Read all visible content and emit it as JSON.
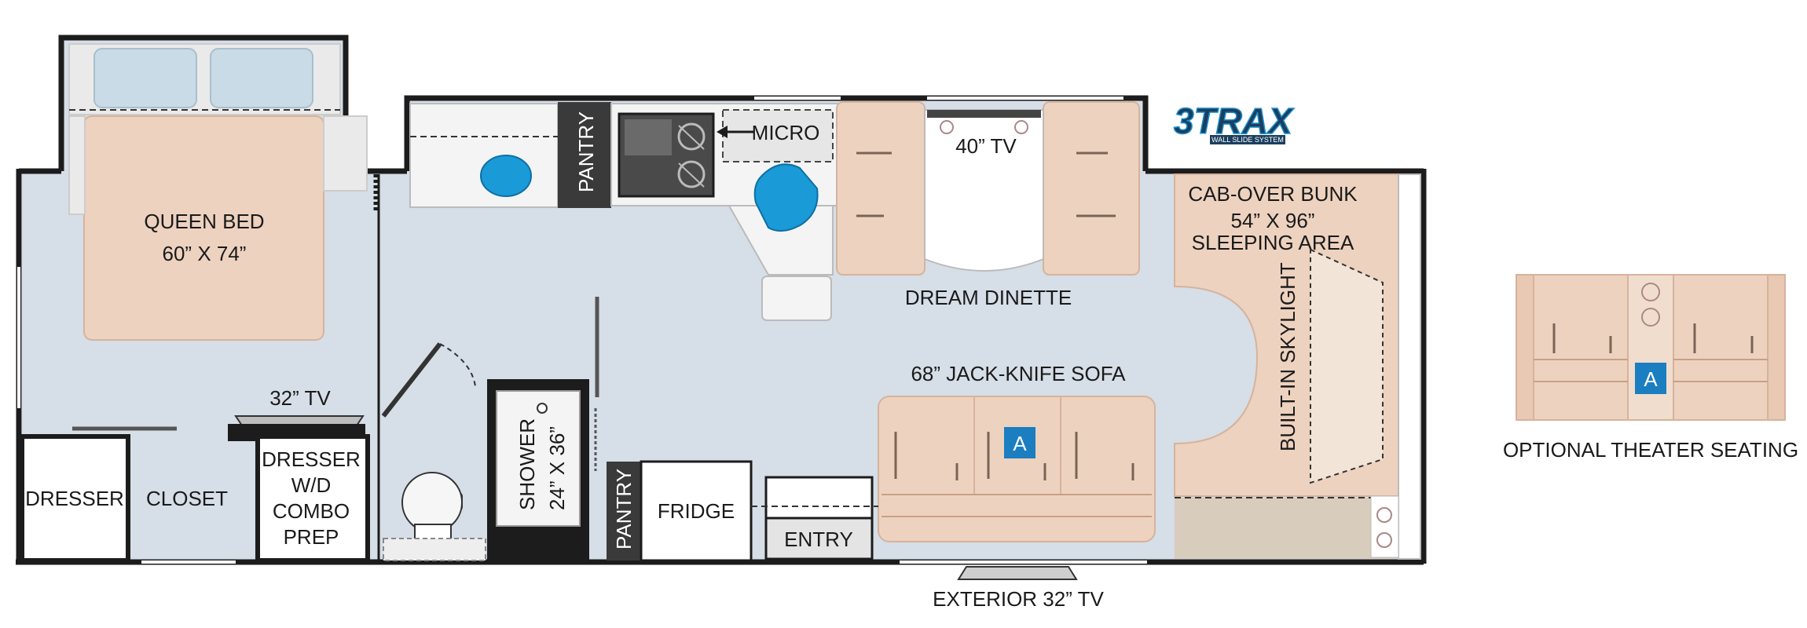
{
  "labels": {
    "queen_bed": "QUEEN BED",
    "queen_bed_size": "60” X 74”",
    "pantry_top": "PANTRY",
    "micro": "MICRO",
    "tv_40": "40” TV",
    "dream_dinette": "DREAM DINETTE",
    "cab_over_bunk": "CAB-OVER BUNK",
    "cab_over_size": "54” X 96”",
    "sleeping_area": "SLEEPING AREA",
    "built_in_skylight": "BUILT-IN SKYLIGHT",
    "sofa": "68” JACK-KNIFE SOFA",
    "tv_32": "32” TV",
    "dresser": "DRESSER",
    "closet": "CLOSET",
    "dresser_wd_1": "DRESSER",
    "dresser_wd_2": "W/D",
    "dresser_wd_3": "COMBO",
    "dresser_wd_4": "PREP",
    "shower": "SHOWER",
    "shower_size": "24” X 36”",
    "pantry_bottom": "PANTRY",
    "fridge": "FRIDGE",
    "entry": "ENTRY",
    "exterior_tv": "EXTERIOR 32” TV",
    "optional_theater": "OPTIONAL THEATER SEATING",
    "badge_a_sofa": "A",
    "badge_a_theater": "A"
  },
  "logo": {
    "mark": "3TRAX",
    "tagline": "WALL SLIDE SYSTEM"
  },
  "colors": {
    "floor": "#d6dee7",
    "wall": "#1c1c1c",
    "furniture": "#edd2bf",
    "furniture_dark": "#d9b29a",
    "counter": "#f4f4f4",
    "water_blue": "#1a9ad6",
    "badge_blue": "#1a7ec0",
    "pantry_dark": "#3a3a3a",
    "cab_floor": "#d8ccbd"
  }
}
